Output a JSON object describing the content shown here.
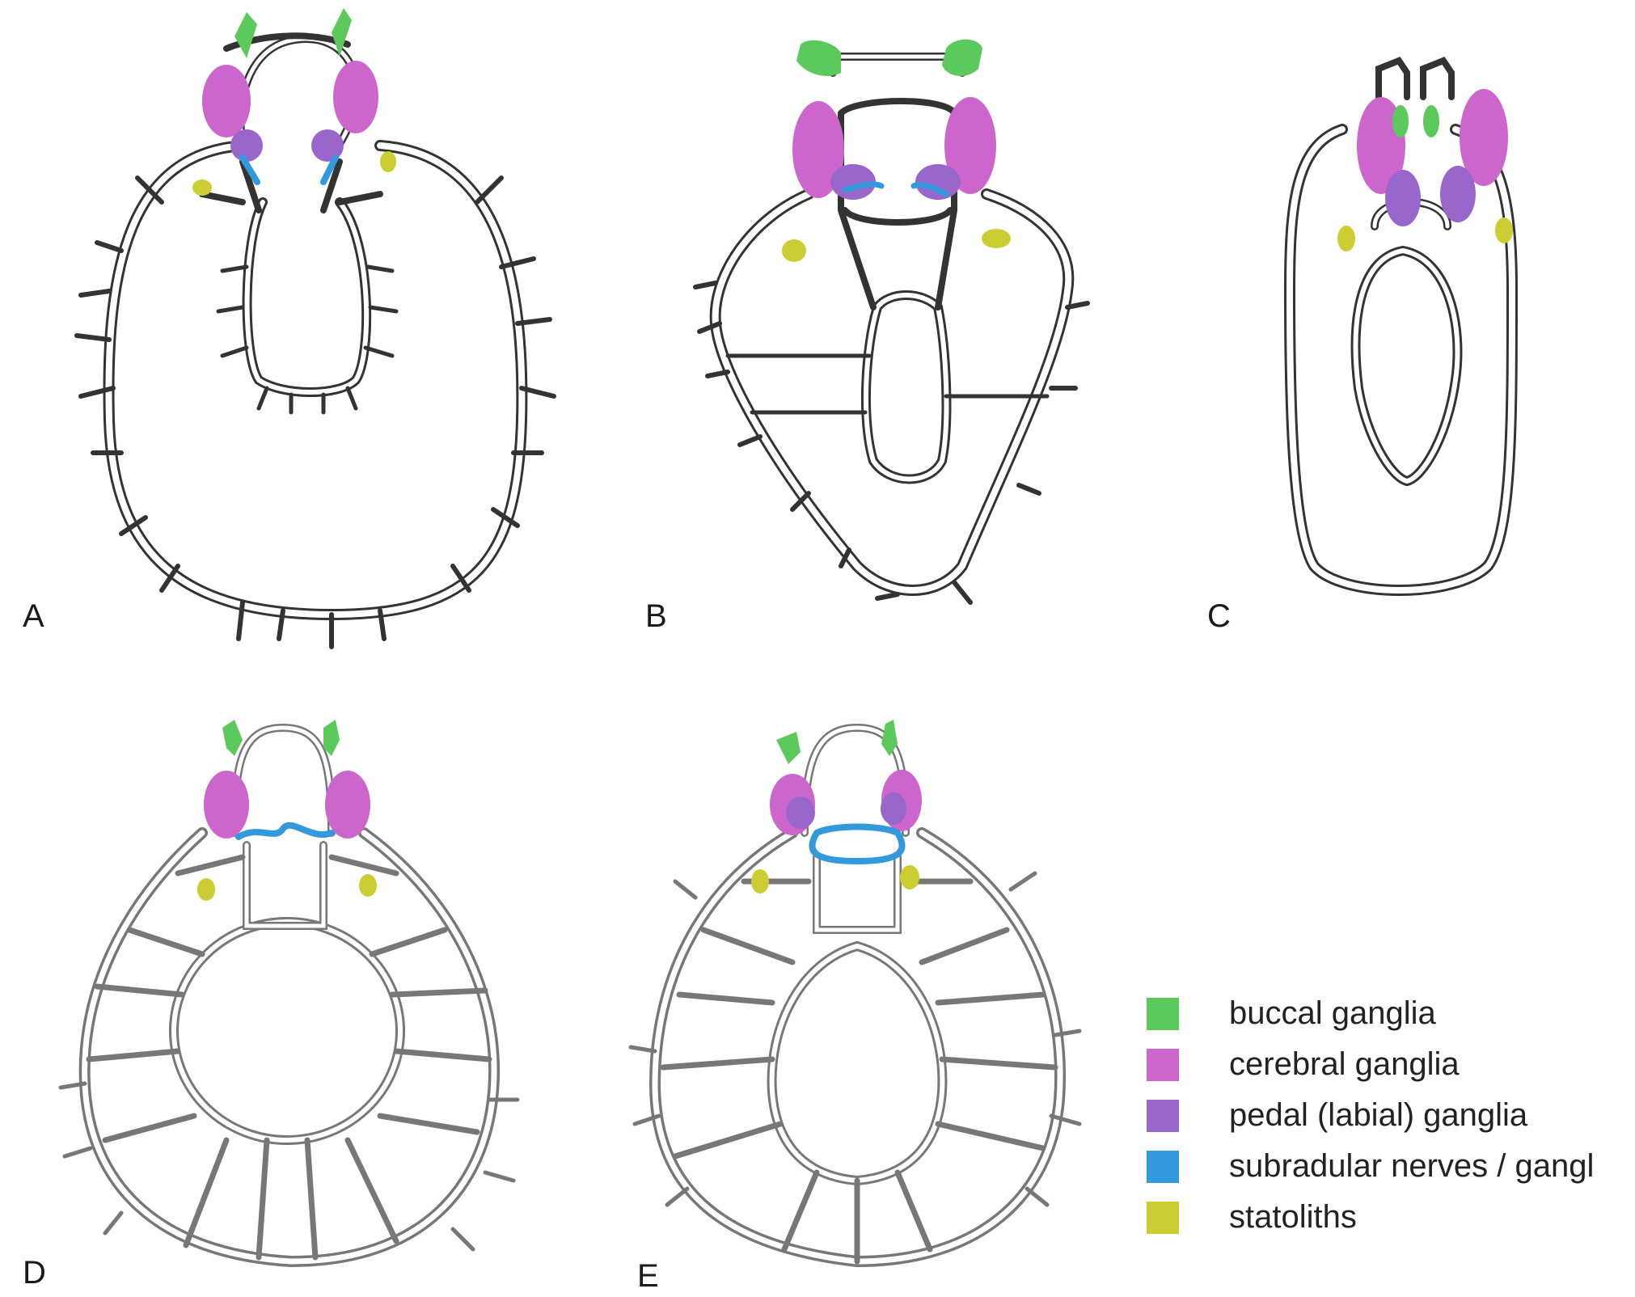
{
  "panels": [
    {
      "label": "A"
    },
    {
      "label": "B"
    },
    {
      "label": "C"
    },
    {
      "label": "D"
    },
    {
      "label": "E"
    }
  ],
  "legend": [
    {
      "label": "buccal ganglia",
      "color": "#5cc95c"
    },
    {
      "label": "cerebral ganglia",
      "color": "#cc66cc"
    },
    {
      "label": "pedal (labial) ganglia",
      "color": "#9966cc"
    },
    {
      "label": "subradular nerves / gangl",
      "color": "#3399dd"
    },
    {
      "label": "statoliths",
      "color": "#cccc33"
    }
  ]
}
